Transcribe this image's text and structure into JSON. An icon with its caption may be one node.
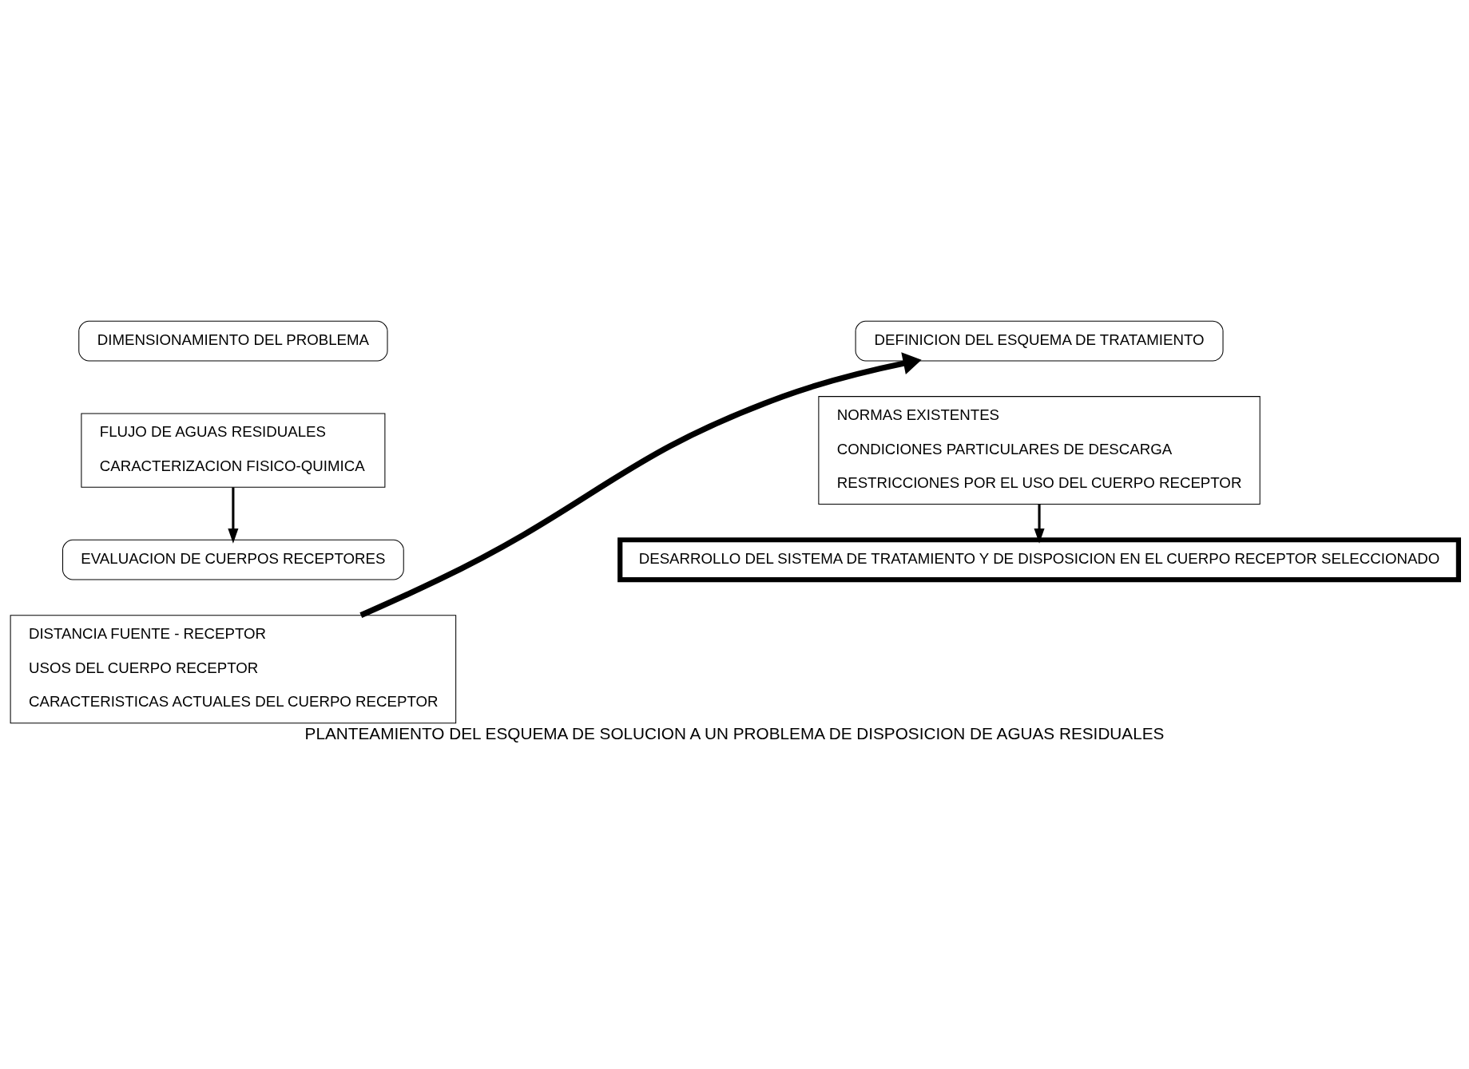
{
  "diagram": {
    "caption": "PLANTEAMIENTO DEL ESQUEMA DE SOLUCION A UN PROBLEMA DE DISPOSICION DE AGUAS RESIDUALES",
    "nodes": [
      {
        "text": [
          "DIMENSIONAMIENTO DEL PROBLEMA"
        ]
      },
      {
        "text": [
          "FLUJO DE AGUAS RESIDUALES",
          "CARACTERIZACION FISICO-QUIMICA"
        ]
      },
      {
        "text": [
          "EVALUACION DE CUERPOS RECEPTORES"
        ]
      },
      {
        "text": [
          "DISTANCIA FUENTE - RECEPTOR",
          "USOS DEL CUERPO RECEPTOR",
          "CARACTERISTICAS ACTUALES DEL CUERPO RECEPTOR"
        ]
      },
      {
        "text": [
          "DEFINICION DEL ESQUEMA DE TRATAMIENTO"
        ]
      },
      {
        "text": [
          "NORMAS EXISTENTES",
          "CONDICIONES PARTICULARES DE DESCARGA",
          "RESTRICCIONES POR EL USO DEL CUERPO RECEPTOR"
        ]
      },
      {
        "text": [
          "DESARROLLO DEL SISTEMA DE TRATAMIENTO Y DE DISPOSICION EN EL CUERPO RECEPTOR SELECCIONADO"
        ]
      }
    ],
    "edges": [
      {
        "from": 1,
        "to": 2,
        "arrow": "to"
      },
      {
        "from": 3,
        "to": 4,
        "arrow": "to",
        "style": "thick"
      },
      {
        "from": 5,
        "to": 6,
        "arrow": "to"
      }
    ]
  }
}
